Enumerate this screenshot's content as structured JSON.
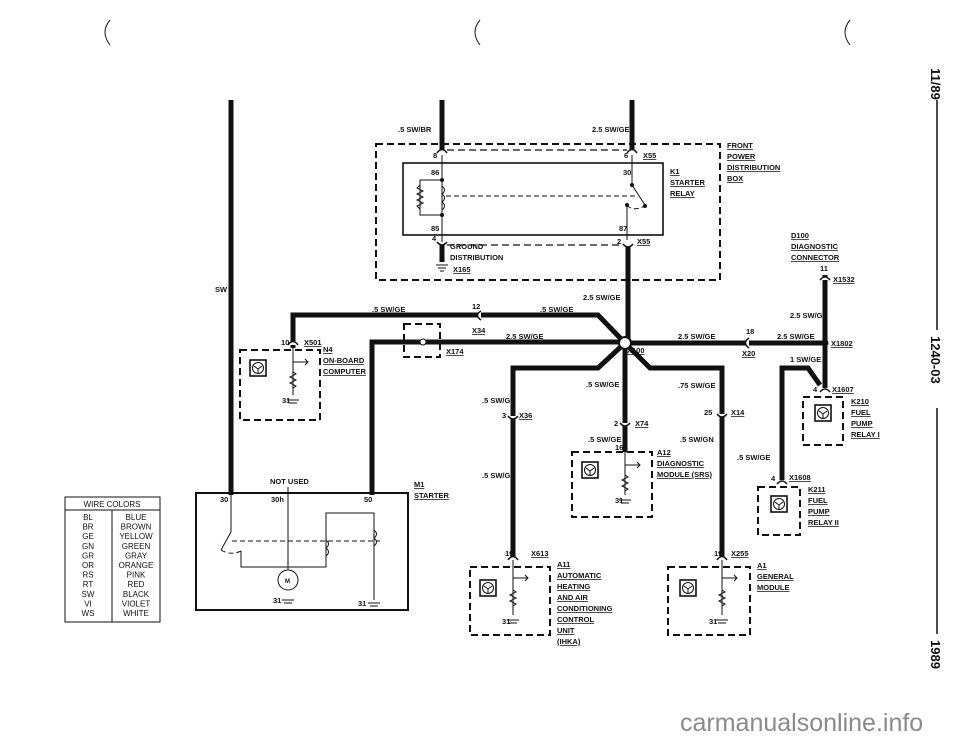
{
  "wires": {
    "sw": "SW",
    "sw_br": ".5 SW/BR",
    "sw_ge_top": "2.5 SW/GE",
    "sw_ge_x100": "2.5 SW/GE",
    "sw_ge_n4": ".5 SW/GE",
    "sw_ge_x34r": ".5 SW/GE",
    "sw_ge_x174": "2.5 SW/GE",
    "sw_ge_x20l": "2.5 SW/GE",
    "sw_ge_x20r": "2.5 SW/GE",
    "sw_ge_d100": "2.5 SW/GE",
    "sw_ge_1": "1 SW/GE",
    "sw_ge_k211": ".5 SW/GE",
    "sw_ge_a12a": ".5 SW/GE",
    "sw_ge_a12b": ".5 SW/GE",
    "sw_ge_x36": ".5 SW/GE",
    "sw_gn_a11": ".5 SW/GN",
    "sw_ge_075": ".75 SW/GE",
    "sw_gn_a1": ".5 SW/GN"
  },
  "fpdb": {
    "l1": "FRONT",
    "l2": "POWER",
    "l3": "DISTRIBUTION",
    "l4": "BOX"
  },
  "k1": {
    "l1": "K1",
    "l2": "STARTER",
    "l3": "RELAY",
    "p86": "86",
    "p30": "30",
    "p85": "85",
    "p87": "87"
  },
  "pins": {
    "p8": "8",
    "p6": "6",
    "x55a": "X55",
    "p4": "4",
    "p2": "2",
    "x55b": "X55",
    "p12": "12",
    "x34": "X34",
    "x174": "X174",
    "p10": "10",
    "x501": "X501",
    "x100": "X100",
    "p18": "18",
    "x20": "X20",
    "x1802": "X1802",
    "p11": "11",
    "x1532": "X1532",
    "p4b": "4",
    "x1607": "X1607",
    "p4c": "4",
    "x1608": "X1608",
    "p2b": "2",
    "x74": "X74",
    "p16": "16",
    "p3": "3",
    "x36": "X36",
    "p25": "25",
    "x14": "X14",
    "p19a": "19",
    "x613": "X613",
    "p19b": "19",
    "x255": "X255",
    "g31": "31"
  },
  "ground": {
    "l1": "GROUND",
    "l2": "DISTRIBUTION",
    "x165": "X165"
  },
  "n4": {
    "l1": "N4",
    "l2": "ON-BOARD",
    "l3": "COMPUTER"
  },
  "d100": {
    "l1": "D100",
    "l2": "DIAGNOSTIC",
    "l3": "CONNECTOR"
  },
  "k210": {
    "l1": "K210",
    "l2": "FUEL",
    "l3": "PUMP",
    "l4": "RELAY I"
  },
  "k211": {
    "l1": "K211",
    "l2": "FUEL",
    "l3": "PUMP",
    "l4": "RELAY II"
  },
  "a12": {
    "l1": "A12",
    "l2": "DIAGNOSTIC",
    "l3": "MODULE (SRS)"
  },
  "a11": {
    "l1": "A11",
    "l2": "AUTOMATIC",
    "l3": "HEATING",
    "l4": "AND AIR",
    "l5": "CONDITIONING",
    "l6": "CONTROL",
    "l7": "UNIT",
    "l8": "(IHKA)"
  },
  "a1": {
    "l1": "A1",
    "l2": "GENERAL",
    "l3": "MODULE"
  },
  "m1": {
    "l1": "M1",
    "l2": "STARTER",
    "not_used": "NOT USED",
    "p30": "30",
    "p30h": "30h",
    "p50": "50",
    "m": "M",
    "g1": "31",
    "g2": "31"
  },
  "wire_colors": {
    "title": "WIRE COLORS",
    "rows": [
      [
        "BL",
        "BLUE"
      ],
      [
        "BR",
        "BROWN"
      ],
      [
        "GE",
        "YELLOW"
      ],
      [
        "GN",
        "GREEN"
      ],
      [
        "GR",
        "GRAY"
      ],
      [
        "OR",
        "ORANGE"
      ],
      [
        "RS",
        "PINK"
      ],
      [
        "RT",
        "RED"
      ],
      [
        "SW",
        "BLACK"
      ],
      [
        "VI",
        "VIOLET"
      ],
      [
        "WS",
        "WHITE"
      ]
    ]
  },
  "side": {
    "date": "11/89",
    "code": "1240-03",
    "year": "1989"
  },
  "watermark": "carmanualsonline.info"
}
